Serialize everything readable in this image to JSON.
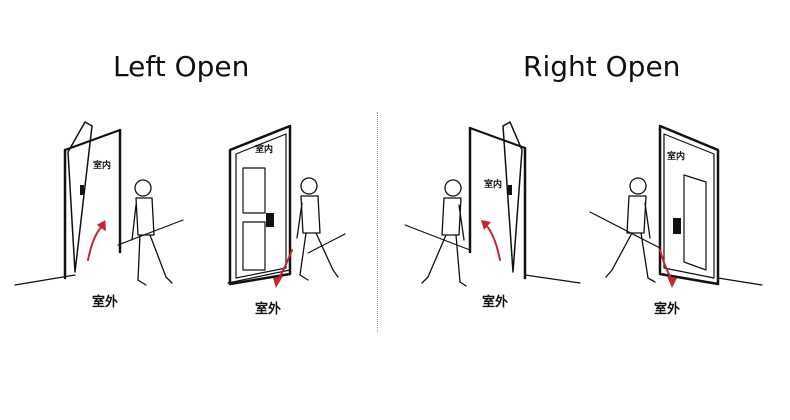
{
  "titles": {
    "left": "Left Open",
    "right": "Right Open"
  },
  "labels": {
    "indoor": "室内",
    "outdoor": "室外"
  },
  "colors": {
    "arrow": "#c1272d",
    "line": "#111111"
  }
}
